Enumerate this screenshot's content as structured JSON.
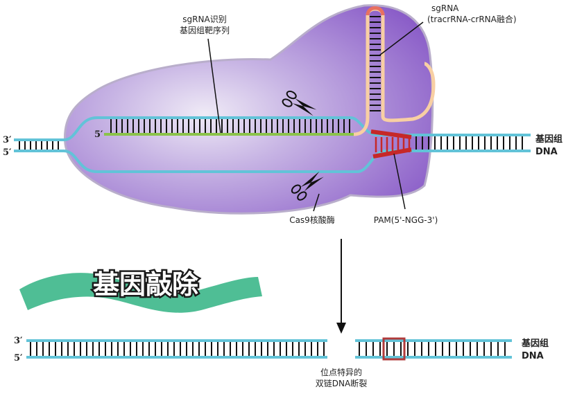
{
  "labels": {
    "sgrna_target": [
      "sgRNA识别",
      "基因组靶序列"
    ],
    "sgrna": [
      "sgRNA",
      "(tracrRNA-crRNA融合)"
    ],
    "genome_dna_top": [
      "基因组",
      "DNA"
    ],
    "genome_dna_bottom": [
      "基因组",
      "DNA"
    ],
    "cas9": "Cas9核酸酶",
    "pam": "PAM(5'-NGG-3')",
    "knockout": "基因敲除",
    "dsb": [
      "位点特异的",
      "双链DNA断裂"
    ],
    "three_prime": "3′",
    "five_prime": "5′"
  },
  "icons": {
    "scissors": "scissors-icon",
    "arrow": "down-arrow"
  },
  "colors": {
    "protein": "#8e62c8",
    "protein_light": "#e8e2f2",
    "dna_strand": "#62c3d8",
    "guide_rna": "#8bc34a",
    "sgrna_scaffold": "#f8cfa3",
    "pam": "#c62828",
    "banner": "#4fbe95"
  }
}
